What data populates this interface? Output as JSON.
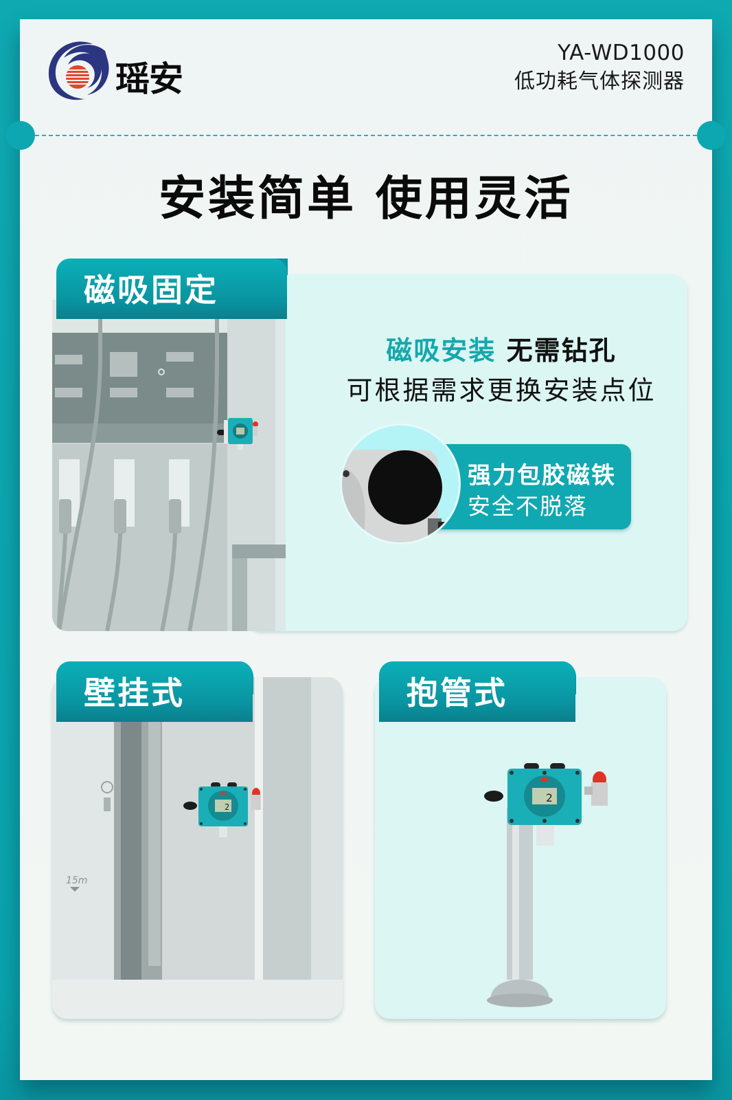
{
  "brand": {
    "logo_text": "瑶安",
    "model_code": "YA-WD1000",
    "product_name": "低功耗气体探测器"
  },
  "headline": "安装简单 使用灵活",
  "sections": [
    {
      "tab_label": "磁吸固定",
      "feature_highlight": "磁吸安装",
      "feature_rest": "无需钻孔",
      "feature_subtitle": "可根据需求更换安装点位",
      "callout_title": "强力包胶磁铁",
      "callout_subtitle": "安全不脱落"
    },
    {
      "tab_label": "壁挂式",
      "wall_marking": "15m"
    },
    {
      "tab_label": "抱管式"
    }
  ],
  "device_display_value": "2",
  "colors": {
    "background": "#0aa3ad",
    "sheet": "#eff5f4",
    "accent": "#10a8b1",
    "panel": "#dbf6f3",
    "logo_blue": "#2c3580",
    "logo_red": "#e2462a",
    "device_body": "#1aaeb6"
  }
}
